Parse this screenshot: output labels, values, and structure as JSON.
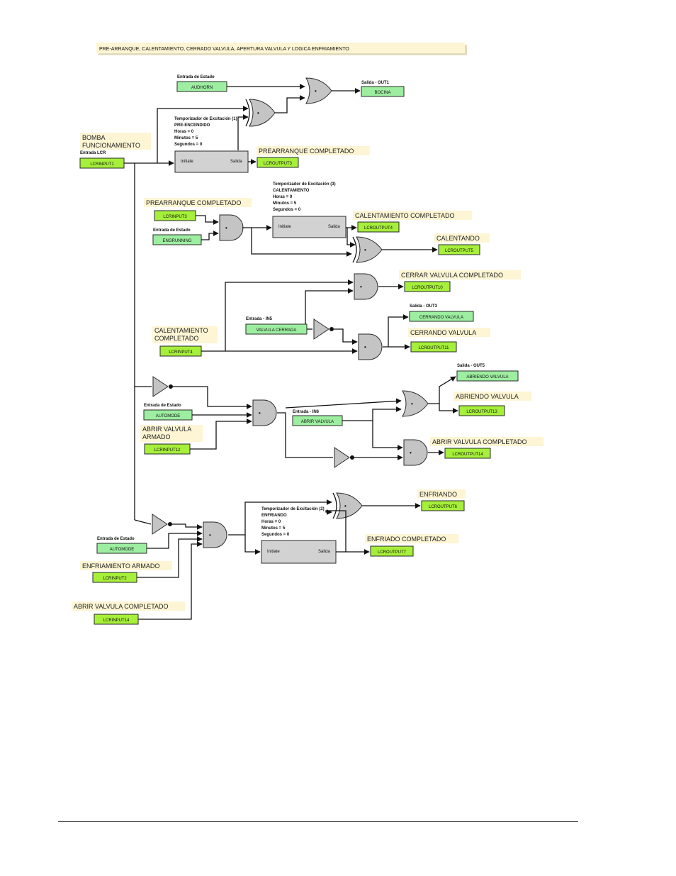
{
  "title": "PRE-ARRANQUE, CALENTAMIENTO, CERRADO VALVULA, APERTURA VALVULA Y LOGICA ENFRIAMIENTO",
  "labels": {
    "entrada_estado": "Entrada de Estado",
    "entrada_lcr": "Entrada LCR",
    "entrada_in5": "Entrada - IN5",
    "entrada_in6": "Entrada - IN6",
    "salida_out1": "Salida - OUT1",
    "salida_out5": "Salida - OUT5",
    "salida_out3": "Salida - OUT3"
  },
  "notes": {
    "bomba_1": "BOMBA",
    "bomba_2": "FUNCIONAMIENTO",
    "prearranque_completado_out": "PREARRANQUE COMPLETADO",
    "prearranque_completado_in": "PREARRANQUE COMPLETADO",
    "calentamiento_completado_out": "CALENTAMIENTO COMPLETADO",
    "calentando": "CALENTANDO",
    "cerrar_valvula_completado": "CERRAR VALVULA COMPLETADO",
    "cerrando_valvula": "CERRANDO VALVULA",
    "calentamiento_completado_in_1": "CALENTAMIENTO",
    "calentamiento_completado_in_2": "COMPLETADO",
    "abriendo_valvula": "ABRIENDO VALVULA",
    "abrir_valvula_armado_1": "ABRIR VALVULA",
    "abrir_valvula_armado_2": "ARMADO",
    "abrir_valvula_completado_out": "ABRIR VALVULA COMPLETADO",
    "enfriando": "ENFRIANDO",
    "enfriado_completado": "ENFRIADO COMPLETADO",
    "enfriamiento_armado": "ENFRIAMIENTO ARMADO",
    "abrir_valvula_completado_in": "ABRIR VALVULA COMPLETADO"
  },
  "tags": {
    "audhorn": "AUDHORN",
    "bocina": "BOCINA",
    "lcrinput1": "LCRINPUT1",
    "lcroutput3": "LCROUTPUT3",
    "lcrinput3": "LCRINPUT3",
    "engrunning": "ENGRUNNING",
    "lcroutput4": "LCROUTPUT4",
    "lcroutput5": "LCROUTPUT5",
    "lcroutput10": "LCROUTPUT10",
    "valvula_cerrada": "VALVULA CERRADA",
    "cerrando_valvula": "CERRANDO VALVULA",
    "lcroutput11": "LCROUTPUT11",
    "lcrinput4": "LCRINPUT4",
    "abriendo_valvula": "ABRIENDO VALVULA",
    "automode_1": "AUTOMODE",
    "abrir_valvula": "ABRIR VALVULA",
    "lcroutput13": "LCROUTPUT13",
    "lcrinput12": "LCRINPUT12",
    "lcroutput14": "LCROUTPUT14",
    "lcroutput6": "LCROUTPUT6",
    "automode_2": "AUTOMODE",
    "lcroutput7": "LCROUTPUT7",
    "lcrinput2": "LCRINPUT2",
    "lcrinput14": "LCRINPUT14"
  },
  "timers": {
    "t1_title": "Temporizador de Excitación (1)",
    "t1_name": "PRE-ENCENDIDO",
    "t2_title": "Temporizador de Excitación (3)",
    "t2_name": "CALENTAMIENTO",
    "t3_title": "Temporizador de Excitación (2)",
    "t3_name": "ENFRIANDO",
    "horas": "Horas = 0",
    "minutos": "Minutos = 5",
    "segundos": "Segundos = 0",
    "initiate": "Initiate",
    "salida": "Salida"
  },
  "gate_symbol": "•"
}
